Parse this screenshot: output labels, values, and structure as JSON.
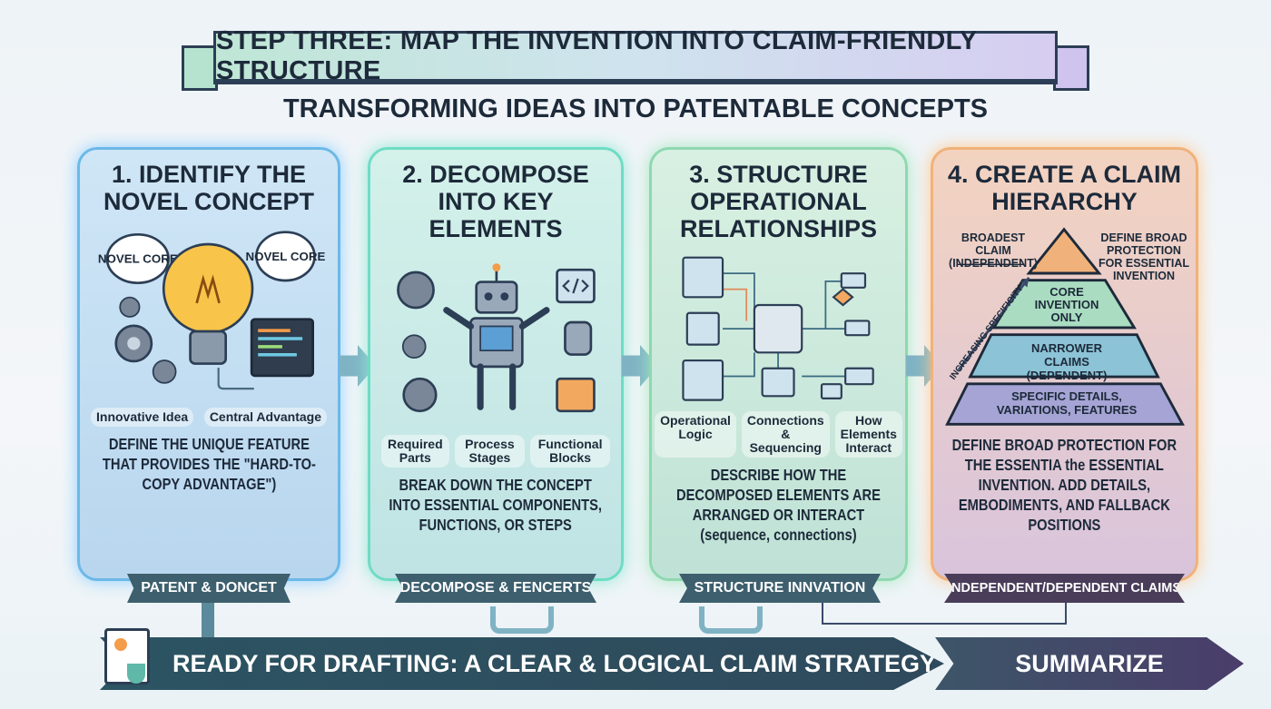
{
  "header": {
    "title": "STEP THREE: MAP THE INVENTION INTO CLAIM-FRIENDLY STRUCTURE",
    "subtitle": "TRANSFORMING IDEAS INTO PATENTABLE CONCEPTS"
  },
  "panels": [
    {
      "title": "1. IDENTIFY THE NOVEL CONCEPT",
      "bubbles": [
        "NOVEL CORE",
        "NOVEL CORE"
      ],
      "chips": [
        "Innovative Idea",
        "Central Advantage"
      ],
      "description": "DEFINE THE UNIQUE FEATURE THAT PROVIDES THE \"HARD-TO-COPY ADVANTAGE\")",
      "ribbon": "PATENT & DONCET"
    },
    {
      "title": "2. DECOMPOSE INTO KEY ELEMENTS",
      "chips": [
        "Required Parts",
        "Process Stages",
        "Functional Blocks"
      ],
      "description": "BREAK DOWN THE CONCEPT INTO ESSENTIAL COMPONENTS, FUNCTIONS, OR STEPS",
      "ribbon": "DECOMPOSE & FENCERTS"
    },
    {
      "title": "3. STRUCTURE OPERATIONAL RELATIONSHIPS",
      "chips": [
        "Operational Logic",
        "Connections & Sequencing",
        "How Elements Interact"
      ],
      "description": "DESCRIBE HOW THE DECOMPOSED ELEMENTS ARE ARRANGED OR INTERACT (sequence, connections)",
      "ribbon": "STRUCTURE INNVATION"
    },
    {
      "title": "4. CREATE A CLAIM HIERARCHY",
      "pyramid": {
        "top_label": "BROADEST CLAIM (INDEPENDENT)",
        "side_note": "DEFINE BROAD PROTECTION FOR ESSENTIAL INVENTION",
        "axis_label": "INCREASING SPECIFICITY",
        "levels": [
          "CORE INVENTION ONLY",
          "NARROWER CLAIMS (DEPENDENT)",
          "SPECIFIC DETAILS, VARIATIONS, FEATURES"
        ]
      },
      "description": "DEFINE BROAD PROTECTION FOR THE ESSENTIA the ESSENTIAL INVENTION. ADD DETAILS, EMBODIMENTS, AND FALLBACK POSITIONS",
      "ribbon": "INDEPENDENT/DEPENDENT CLAIMS"
    }
  ],
  "footer": {
    "main": "READY FOR DRAFTING: A CLEAR & LOGICAL CLAIM STRATEGY",
    "summary": "SUMMARIZE"
  },
  "colors": {
    "panel1": "#6cb8e8",
    "panel2": "#6fdcc4",
    "panel3": "#8fd8b0",
    "panel4": "#f0b27a",
    "ink": "#1d2a3a"
  }
}
